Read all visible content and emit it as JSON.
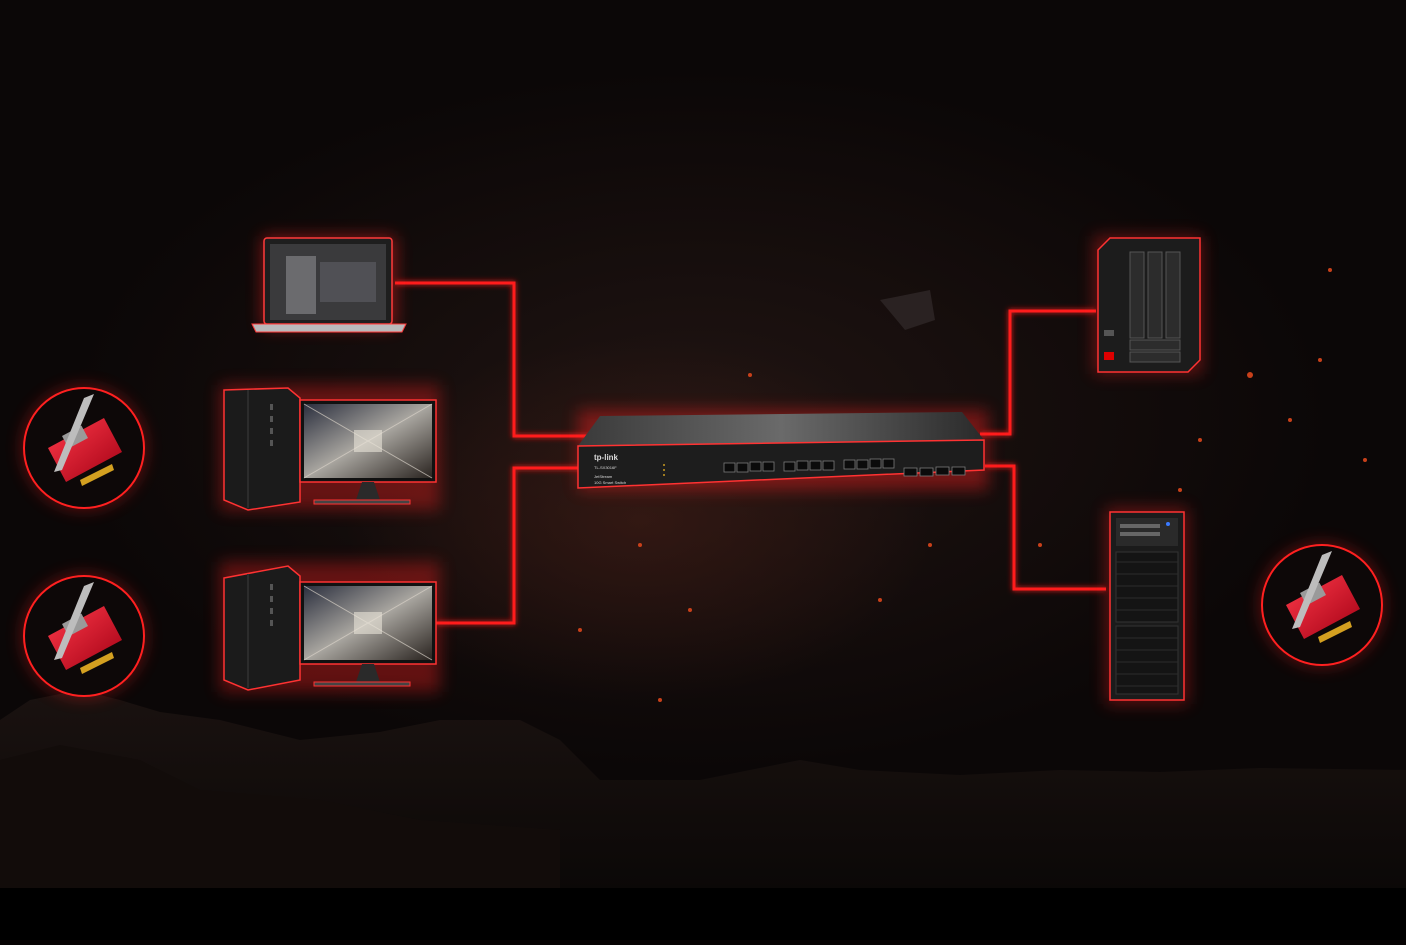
{
  "switch": {
    "brand": "tp-link",
    "model": "TL-SX3016F",
    "subtitle": "JetStream",
    "description": "10G Smart Switch"
  },
  "colors": {
    "link": "#ff1a1a",
    "background": "#070404",
    "device_glow": "#ff2020",
    "card_pcb": "#d8001c"
  },
  "icons": {
    "laptop": "laptop-icon",
    "desktop": "desktop-tower-icon",
    "monitor": "monitor-icon",
    "nas": "nas-icon",
    "server": "server-tower-icon",
    "nic": "network-card-icon"
  }
}
